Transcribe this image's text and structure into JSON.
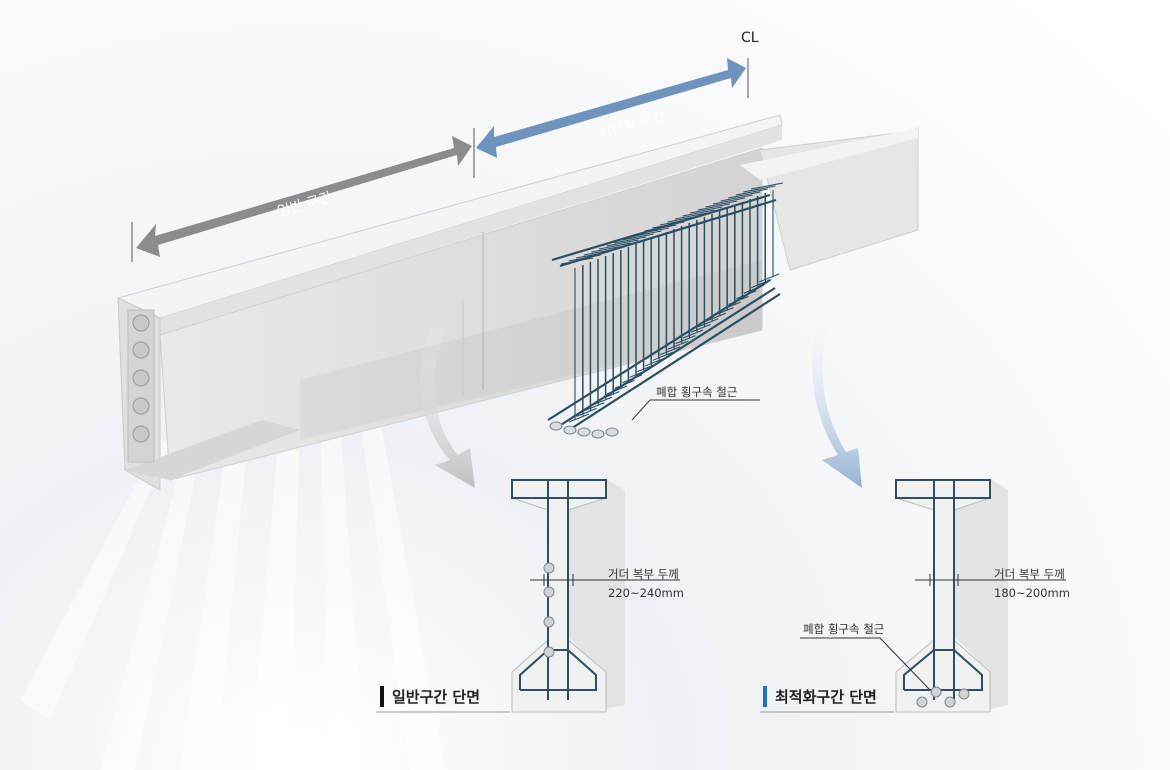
{
  "labels": {
    "centerline": "CL",
    "general_section": "일반 구간",
    "optimized_section": "최적화 구간",
    "rebar_callout": "폐합 횡구속 철근",
    "left_cover_title": "거더 복부 두께",
    "left_cover_value": "220~240mm",
    "right_cover_title": "거더 복부 두께",
    "right_cover_value": "180~200mm",
    "right_rebar_callout": "폐합 횡구속 철근",
    "left_section_title": "일반구간 단면",
    "right_section_title": "최적화구간 단면"
  },
  "colors": {
    "general_arrow": "#8c8c8c",
    "optimized_arrow": "#6e93bd",
    "accent_blue": "#2a6fb5",
    "rebar": "#2b4f63"
  }
}
